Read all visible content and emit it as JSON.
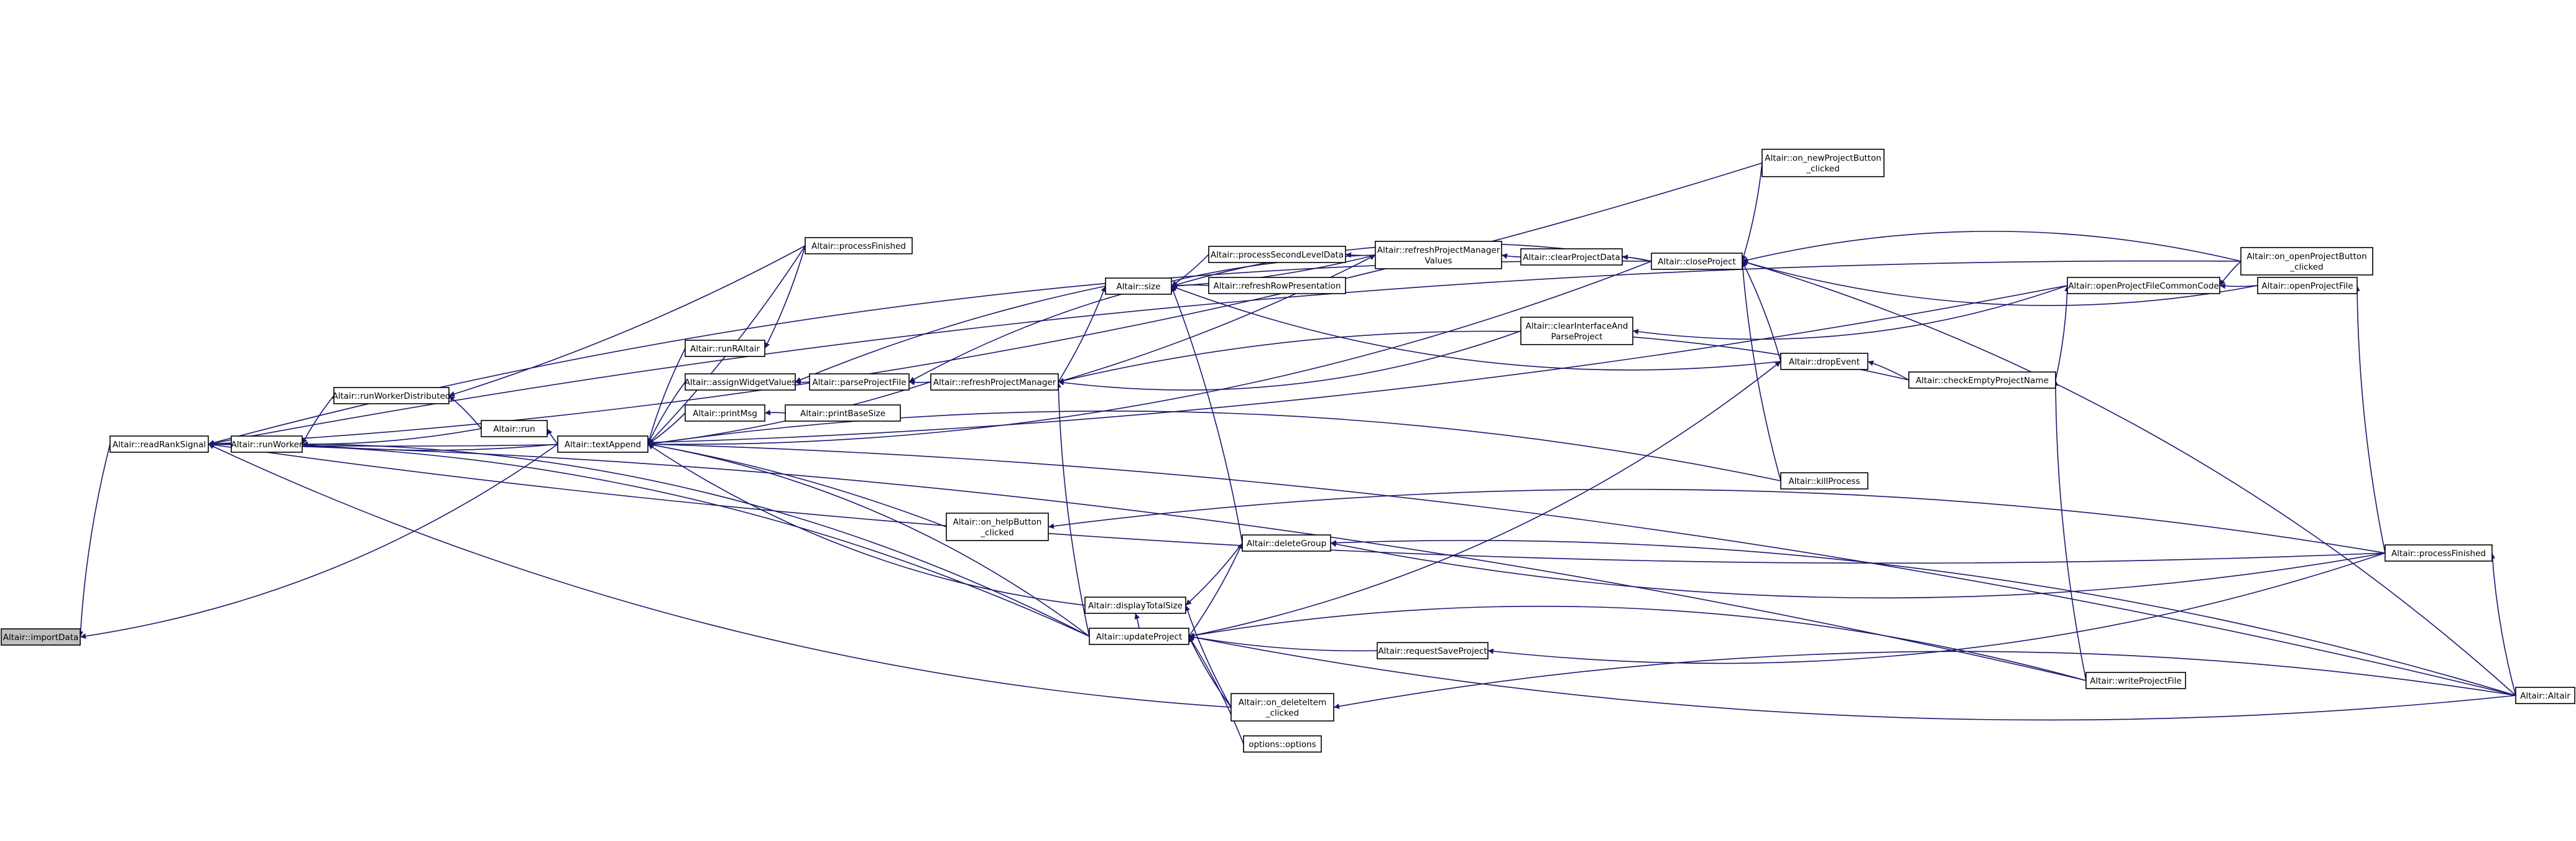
{
  "diagram": {
    "type": "call-graph",
    "edge_color": "#191970",
    "highlight_fill": "#bfbfbf",
    "nodes": [
      {
        "id": "importData",
        "lines": [
          "Altair::importData"
        ],
        "highlight": true
      },
      {
        "id": "readRankSignal",
        "lines": [
          "Altair::readRankSignal"
        ]
      },
      {
        "id": "runWorker",
        "lines": [
          "Altair::runWorker"
        ]
      },
      {
        "id": "runWorkerDistributed",
        "lines": [
          "Altair::runWorkerDistributed"
        ]
      },
      {
        "id": "run",
        "lines": [
          "Altair::run"
        ]
      },
      {
        "id": "textAppend",
        "lines": [
          "Altair::textAppend"
        ]
      },
      {
        "id": "processFinishedA",
        "lines": [
          "Altair::processFinished"
        ]
      },
      {
        "id": "runRAltair",
        "lines": [
          "Altair::runRAltair"
        ]
      },
      {
        "id": "assignWidgetValues",
        "lines": [
          "Altair::assignWidgetValues"
        ]
      },
      {
        "id": "printMsg",
        "lines": [
          "Altair::printMsg"
        ]
      },
      {
        "id": "printBaseSize",
        "lines": [
          "Altair::printBaseSize"
        ]
      },
      {
        "id": "parseProjectFile",
        "lines": [
          "Altair::parseProjectFile"
        ]
      },
      {
        "id": "refreshProjectManager",
        "lines": [
          "Altair::refreshProjectManager"
        ]
      },
      {
        "id": "size",
        "lines": [
          "Altair::size"
        ]
      },
      {
        "id": "processSecondLevelData",
        "lines": [
          "Altair::processSecondLevelData"
        ]
      },
      {
        "id": "refreshRowPresentation",
        "lines": [
          "Altair::refreshRowPresentation"
        ]
      },
      {
        "id": "refreshProjectManagerValues",
        "lines": [
          "Altair::refreshProjectManager",
          "Values"
        ]
      },
      {
        "id": "clearProjectData",
        "lines": [
          "Altair::clearProjectData"
        ]
      },
      {
        "id": "closeProject",
        "lines": [
          "Altair::closeProject"
        ]
      },
      {
        "id": "onNewProjectButtonClicked",
        "lines": [
          "Altair::on_newProjectButton",
          "_clicked"
        ]
      },
      {
        "id": "onOpenProjectButtonClicked",
        "lines": [
          "Altair::on_openProjectButton",
          "_clicked"
        ]
      },
      {
        "id": "openProjectFileCommonCode",
        "lines": [
          "Altair::openProjectFileCommonCode"
        ]
      },
      {
        "id": "openProjectFile",
        "lines": [
          "Altair::openProjectFile"
        ]
      },
      {
        "id": "clearInterfaceAndParseProject",
        "lines": [
          "Altair::clearInterfaceAnd",
          "ParseProject"
        ]
      },
      {
        "id": "dropEvent",
        "lines": [
          "Altair::dropEvent"
        ]
      },
      {
        "id": "checkEmptyProjectName",
        "lines": [
          "Altair::checkEmptyProjectName"
        ]
      },
      {
        "id": "killProcess",
        "lines": [
          "Altair::killProcess"
        ]
      },
      {
        "id": "onHelpButtonClicked",
        "lines": [
          "Altair::on_helpButton",
          "_clicked"
        ]
      },
      {
        "id": "deleteGroup",
        "lines": [
          "Altair::deleteGroup"
        ]
      },
      {
        "id": "displayTotalSize",
        "lines": [
          "Altair::displayTotalSize"
        ]
      },
      {
        "id": "updateProject",
        "lines": [
          "Altair::updateProject"
        ]
      },
      {
        "id": "requestSaveProject",
        "lines": [
          "Altair::requestSaveProject"
        ]
      },
      {
        "id": "writeProjectFile",
        "lines": [
          "Altair::writeProjectFile"
        ]
      },
      {
        "id": "onDeleteItemClicked",
        "lines": [
          "Altair::on_deleteItem",
          "_clicked"
        ]
      },
      {
        "id": "options",
        "lines": [
          "options::options"
        ]
      },
      {
        "id": "processFinishedB",
        "lines": [
          "Altair::processFinished"
        ]
      },
      {
        "id": "altairCtor",
        "lines": [
          "Altair::Altair"
        ]
      }
    ],
    "edges": [
      [
        "readRankSignal",
        "importData"
      ],
      [
        "textAppend",
        "importData"
      ],
      [
        "runWorker",
        "readRankSignal"
      ],
      [
        "processFinishedB",
        "readRankSignal"
      ],
      [
        "closeProject",
        "readRankSignal"
      ],
      [
        "onNewProjectButtonClicked",
        "readRankSignal"
      ],
      [
        "onOpenProjectButtonClicked",
        "readRankSignal"
      ],
      [
        "openProjectFileCommonCode",
        "readRankSignal"
      ],
      [
        "updateProject",
        "readRankSignal"
      ],
      [
        "onDeleteItemClicked",
        "readRankSignal"
      ],
      [
        "writeProjectFile",
        "readRankSignal"
      ],
      [
        "run",
        "runWorker"
      ],
      [
        "runWorkerDistributed",
        "runWorker"
      ],
      [
        "processFinishedA",
        "runWorkerDistributed"
      ],
      [
        "run",
        "runWorkerDistributed"
      ],
      [
        "textAppend",
        "runWorker"
      ],
      [
        "updateProject",
        "runWorker"
      ],
      [
        "textAppend",
        "run"
      ],
      [
        "runRAltair",
        "textAppend"
      ],
      [
        "processFinishedA",
        "textAppend"
      ],
      [
        "assignWidgetValues",
        "textAppend"
      ],
      [
        "printMsg",
        "textAppend"
      ],
      [
        "onHelpButtonClicked",
        "textAppend"
      ],
      [
        "displayTotalSize",
        "textAppend"
      ],
      [
        "updateProject",
        "textAppend"
      ],
      [
        "refreshProjectManager",
        "textAppend"
      ],
      [
        "killProcess",
        "textAppend"
      ],
      [
        "closeProject",
        "textAppend"
      ],
      [
        "altairCtor",
        "textAppend"
      ],
      [
        "processFinishedA",
        "runRAltair"
      ],
      [
        "printBaseSize",
        "printMsg"
      ],
      [
        "parseProjectFile",
        "assignWidgetValues"
      ],
      [
        "size",
        "assignWidgetValues"
      ],
      [
        "refreshProjectManager",
        "parseProjectFile"
      ],
      [
        "refreshProjectManagerValues",
        "parseProjectFile"
      ],
      [
        "clearInterfaceAndParseProject",
        "refreshProjectManager"
      ],
      [
        "checkEmptyProjectName",
        "refreshProjectManager"
      ],
      [
        "updateProject",
        "refreshProjectManager"
      ],
      [
        "refreshProjectManager",
        "size"
      ],
      [
        "processSecondLevelData",
        "size"
      ],
      [
        "refreshRowPresentation",
        "size"
      ],
      [
        "refreshProjectManagerValues",
        "size"
      ],
      [
        "closeProject",
        "size"
      ],
      [
        "dropEvent",
        "size"
      ],
      [
        "deleteGroup",
        "size"
      ],
      [
        "refreshProjectManagerValues",
        "processSecondLevelData"
      ],
      [
        "refreshProjectManager",
        "refreshProjectManagerValues"
      ],
      [
        "clearProjectData",
        "refreshProjectManagerValues"
      ],
      [
        "closeProject",
        "clearProjectData"
      ],
      [
        "onNewProjectButtonClicked",
        "closeProject"
      ],
      [
        "onOpenProjectButtonClicked",
        "closeProject"
      ],
      [
        "openProjectFile",
        "closeProject"
      ],
      [
        "dropEvent",
        "closeProject"
      ],
      [
        "killProcess",
        "closeProject"
      ],
      [
        "altairCtor",
        "closeProject"
      ],
      [
        "openProjectFileCommonCode",
        "clearInterfaceAndParseProject"
      ],
      [
        "onOpenProjectButtonClicked",
        "openProjectFileCommonCode"
      ],
      [
        "openProjectFile",
        "openProjectFileCommonCode"
      ],
      [
        "checkEmptyProjectName",
        "openProjectFileCommonCode"
      ],
      [
        "processFinishedB",
        "openProjectFile"
      ],
      [
        "checkEmptyProjectName",
        "dropEvent"
      ],
      [
        "writeProjectFile",
        "checkEmptyProjectName"
      ],
      [
        "processFinishedB",
        "onHelpButtonClicked"
      ],
      [
        "processFinishedB",
        "deleteGroup"
      ],
      [
        "altairCtor",
        "deleteGroup"
      ],
      [
        "deleteGroup",
        "displayTotalSize"
      ],
      [
        "updateProject",
        "displayTotalSize"
      ],
      [
        "onDeleteItemClicked",
        "displayTotalSize"
      ],
      [
        "updateProject",
        "deleteGroup"
      ],
      [
        "onDeleteItemClicked",
        "updateProject"
      ],
      [
        "options",
        "updateProject"
      ],
      [
        "requestSaveProject",
        "updateProject"
      ],
      [
        "writeProjectFile",
        "updateProject"
      ],
      [
        "altairCtor",
        "updateProject"
      ],
      [
        "updateProject",
        "dropEvent"
      ],
      [
        "processFinishedB",
        "requestSaveProject"
      ],
      [
        "altairCtor",
        "onDeleteItemClicked"
      ],
      [
        "altairCtor",
        "processFinishedB"
      ]
    ]
  }
}
